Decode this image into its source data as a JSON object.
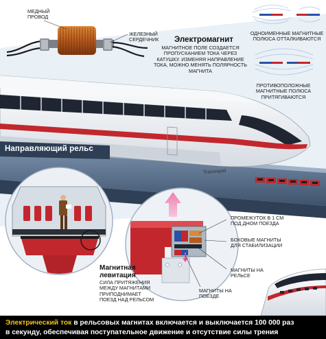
{
  "labels": {
    "copper_wire": "Медный провод",
    "iron_core": "Железный сердечник",
    "electromagnet_title": "Электромагнит",
    "electromagnet_desc": "Магнитное поле создается пропусканием тока через катушку. Изменяя направление тока, можно менять полярность магнита",
    "same_poles": "Одноименные магнитные полюса отталкиваются",
    "opposite_poles": "Противоположные магнитные полюса притягиваются",
    "guide_rail": "Направляющий рельс",
    "train_name": "Transrapid",
    "gap": "Промежуток в 1 см под дном поезда",
    "side_magnets": "Боковые магниты для стабилизации",
    "rail_magnets": "Магниты на рельсе",
    "train_magnets": "Магниты на поезде",
    "levitation_title_1": "Магнитная",
    "levitation_title_2": "левитация",
    "levitation_desc": "Сила притяжения между магнитами приподнимает поезд над рельсом"
  },
  "footer": {
    "line1_highlight": "Электрический ток",
    "line1_rest": " в рельсовых магнитах включается и выключается 100 000 раз",
    "line2": "в секунду, обеспечивая поступательное движение и отсутствие силы трения"
  },
  "colors": {
    "accent_red": "#c2272d",
    "magnet_blue": "#2b4fa3",
    "coil_copper": "#b55a1c",
    "arrow_pink": "#f4a9c8",
    "footer_highlight": "#f4c21c"
  }
}
